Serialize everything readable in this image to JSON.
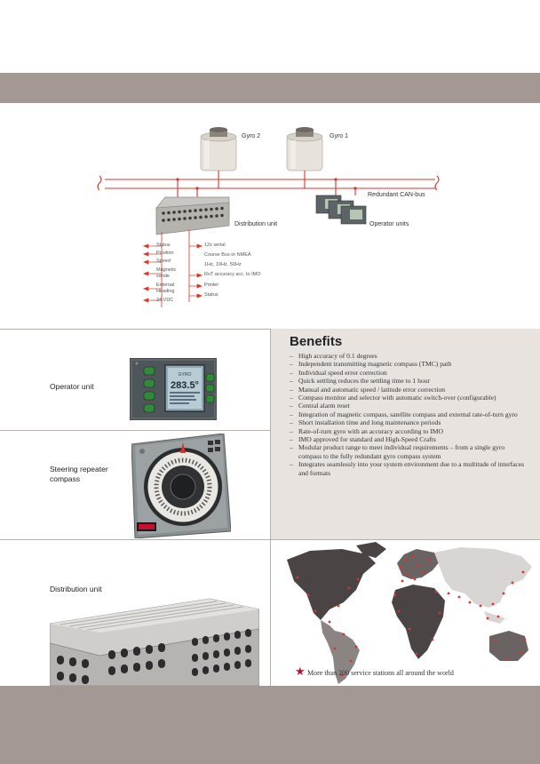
{
  "diagram": {
    "gyro2_label": "Gyro 2",
    "gyro1_label": "Gyro 1",
    "canbus_label": "Redundant CAN-bus",
    "distribution_label": "Distribution unit",
    "operator_units_label": "Operator units",
    "inputs": [
      "Status",
      "Position",
      "Speed",
      "Magnetic",
      "sonde",
      "External",
      "Heading",
      "24 VDC"
    ],
    "outputs": [
      "12x serial",
      "Course Bus or NMEA",
      "1Hz, 10Hz, 50Hz",
      "RoT accuracy acc. to IMO",
      "Printer",
      "Status"
    ],
    "display_value": "283.5°"
  },
  "rows": {
    "operator_unit": "Operator unit",
    "steering_repeater_line1": "Steering repeater",
    "steering_repeater_line2": "compass",
    "distribution_unit": "Distribution unit"
  },
  "benefits": {
    "title": "Benefits",
    "items": [
      "High accuracy of 0.1 degrees",
      "Independent transmitting magnetic compass (TMC) path",
      "Individual speed error correction",
      "Quick settling reduces the settling time to 1 hour",
      "Manual and automatic speed / latitude error correction",
      "Compass monitor and selector with automatic switch-over (configurable)",
      "Central alarm reset",
      "Integration of magnetic compass, satellite compass and external rate-of-turn gyro",
      "Short installation time and long maintenance periods",
      "Rate-of-turn gyro with an accuracy according to IMO",
      "IMO approved for standard and High-Speed Crafts",
      "Modular product range to meet individual requirements – from a single gyro compass to the fully redundant gyro compass system",
      "Integrates seamlessly into your system environment due to a multitude of interfaces and formats"
    ]
  },
  "map": {
    "caption": "More than 200 service stations all around the world",
    "star_color": "#c8102e"
  },
  "colors": {
    "band": "#a39893",
    "accent_red": "#d9342b",
    "panel": "#e8e3df"
  }
}
